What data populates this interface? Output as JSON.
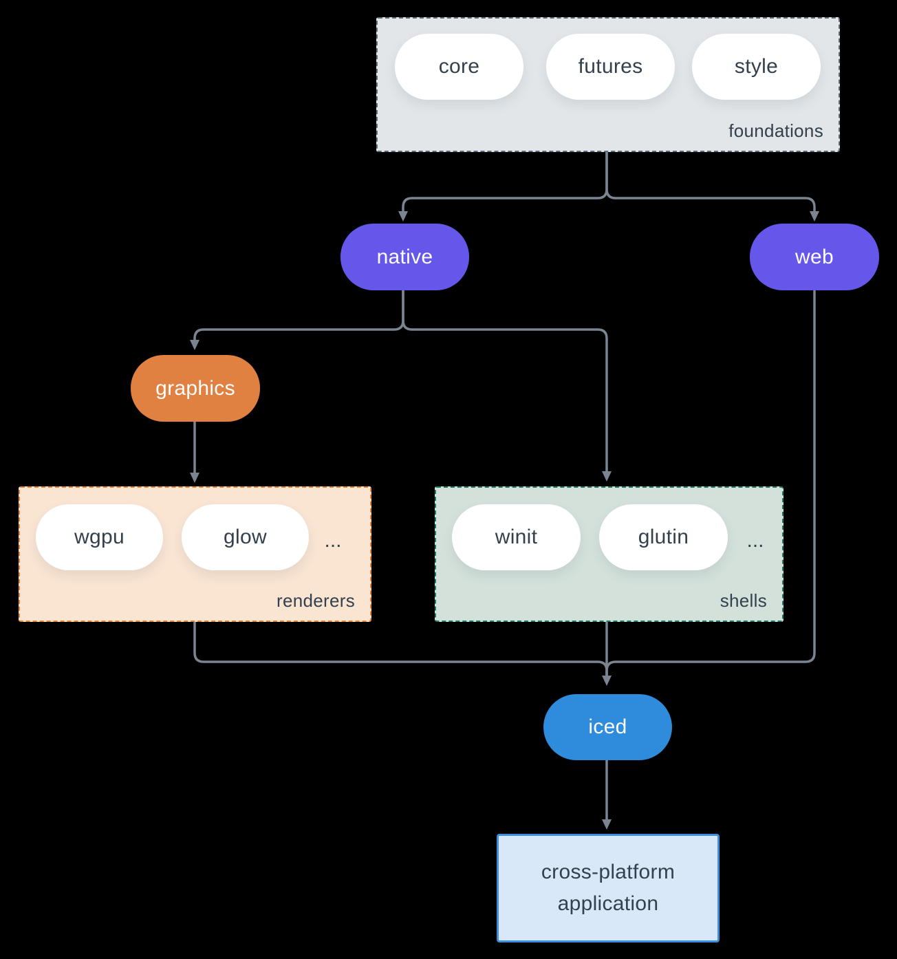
{
  "colors": {
    "canvas-bg": "#000000",
    "ink": "#33404d",
    "arrow": "#7b8591",
    "purple": "#6457e9",
    "orange": "#e08142",
    "blue": "#2f8bdb",
    "pill-bg": "#ffffff",
    "foundations-bg": "#e2e6e9",
    "foundations-border": "#5b6d7e",
    "renderers-bg": "#fae5d3",
    "renderers-border": "#e8822e",
    "shells-bg": "#d4e1db",
    "shells-border": "#1e7a68",
    "app-bg": "#d9e8f8",
    "app-border": "#3f8edd"
  },
  "groups": {
    "foundations": {
      "label": "foundations",
      "items": [
        "core",
        "futures",
        "style"
      ]
    },
    "renderers": {
      "label": "renderers",
      "items": [
        "wgpu",
        "glow"
      ],
      "ellipsis": "..."
    },
    "shells": {
      "label": "shells",
      "items": [
        "winit",
        "glutin"
      ],
      "ellipsis": "..."
    }
  },
  "nodes": {
    "native": "native",
    "web": "web",
    "graphics": "graphics",
    "iced": "iced",
    "application": "cross-platform application"
  }
}
